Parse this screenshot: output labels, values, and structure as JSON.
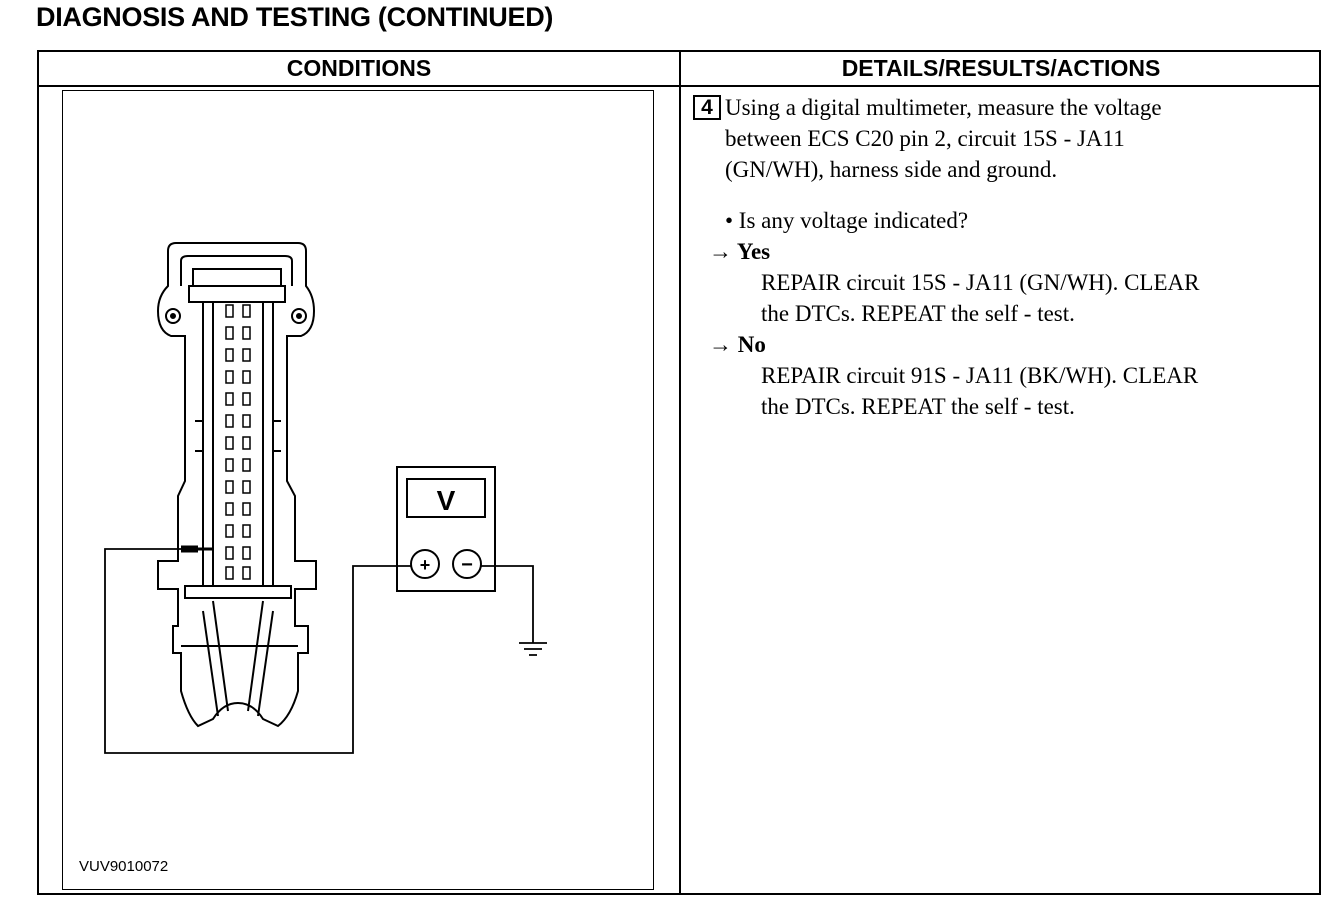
{
  "page_title": "DIAGNOSIS AND TESTING (CONTINUED)",
  "table": {
    "headers": {
      "conditions": "CONDITIONS",
      "details": "DETAILS/RESULTS/ACTIONS"
    }
  },
  "figure": {
    "id": "VUV9010072",
    "meter_label": "V",
    "plus_symbol": "+",
    "minus_symbol": "−"
  },
  "step": {
    "number": "4",
    "instruction_lines": [
      "Using a digital multimeter, measure the voltage",
      "between ECS C20 pin 2, circuit 15S - JA11",
      "(GN/WH), harness side and ground."
    ],
    "question": "• Is any voltage indicated?",
    "yes": {
      "label": "→ Yes",
      "action_lines": [
        "REPAIR circuit 15S - JA11 (GN/WH). CLEAR",
        "the DTCs. REPEAT the self - test."
      ]
    },
    "no": {
      "label": "→ No",
      "action_lines": [
        "REPAIR circuit 91S - JA11 (BK/WH). CLEAR",
        "the DTCs. REPEAT the self - test."
      ]
    }
  }
}
